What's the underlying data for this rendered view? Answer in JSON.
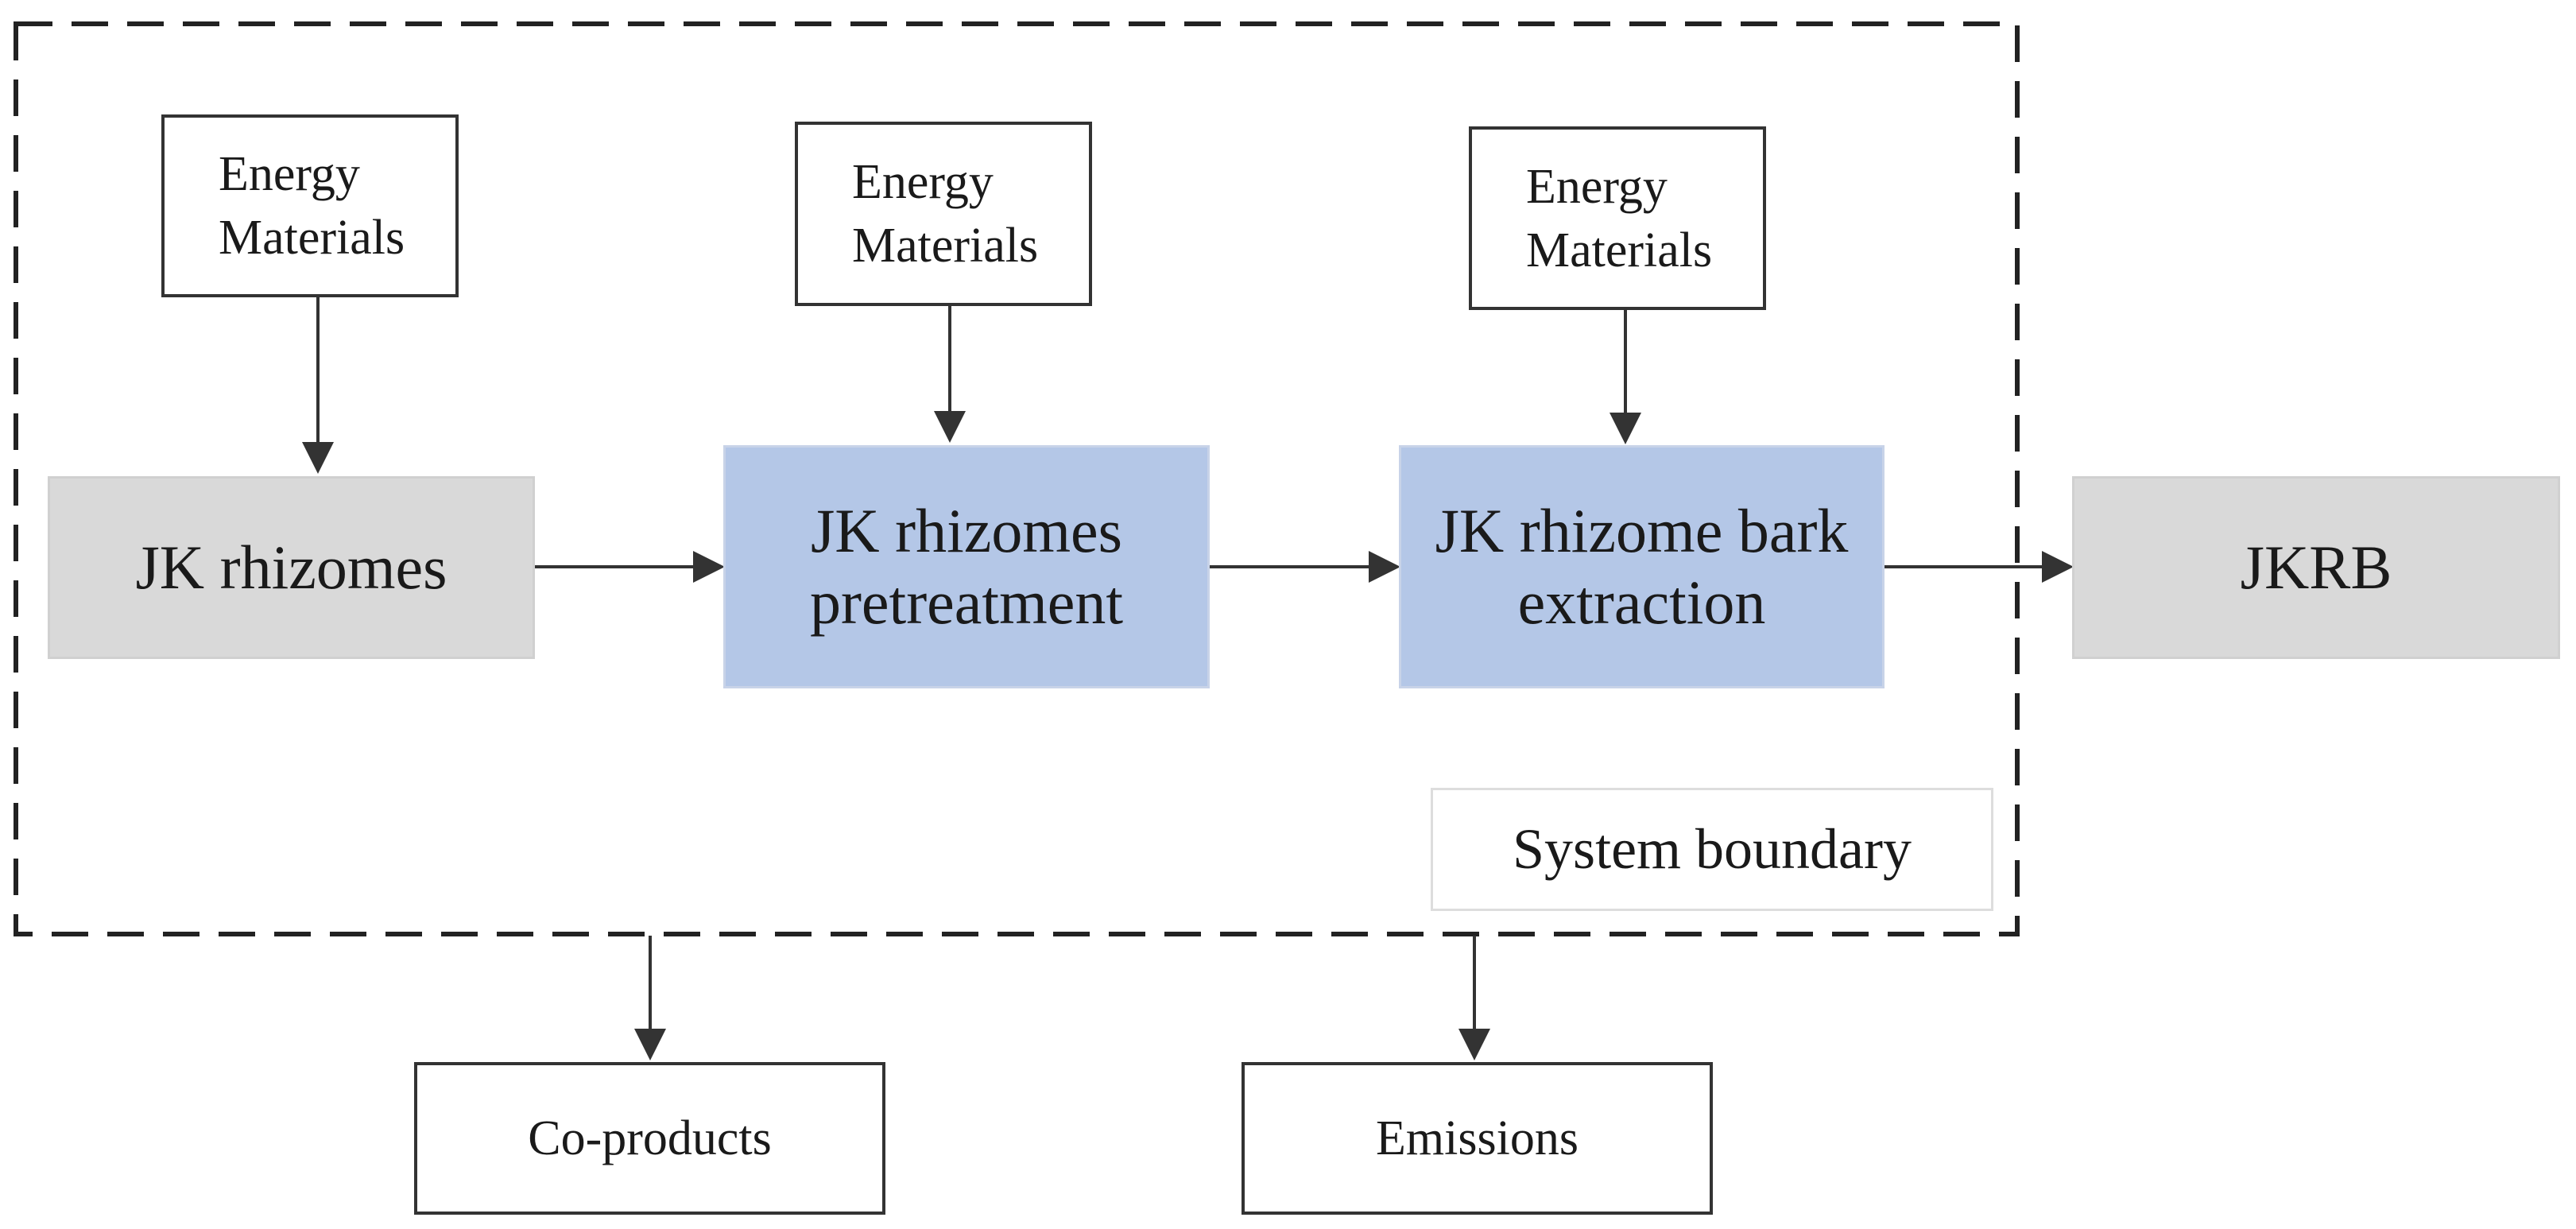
{
  "inputs": [
    {
      "line1": "Energy",
      "line2": "Materials"
    },
    {
      "line1": "Energy",
      "line2": "Materials"
    },
    {
      "line1": "Energy",
      "line2": "Materials"
    }
  ],
  "stages": [
    {
      "line1": "JK rhizomes",
      "line2": ""
    },
    {
      "line1": "JK rhizomes",
      "line2": "pretreatment"
    },
    {
      "line1": "JK rhizome bark",
      "line2": "extraction"
    }
  ],
  "product": "JKRB",
  "boundary_label": "System boundary",
  "outputs": [
    "Co-products",
    "Emissions"
  ],
  "colors": {
    "raw_fill": "#d9d9d9",
    "process_fill": "#b4c7e7",
    "line": "#333333"
  }
}
